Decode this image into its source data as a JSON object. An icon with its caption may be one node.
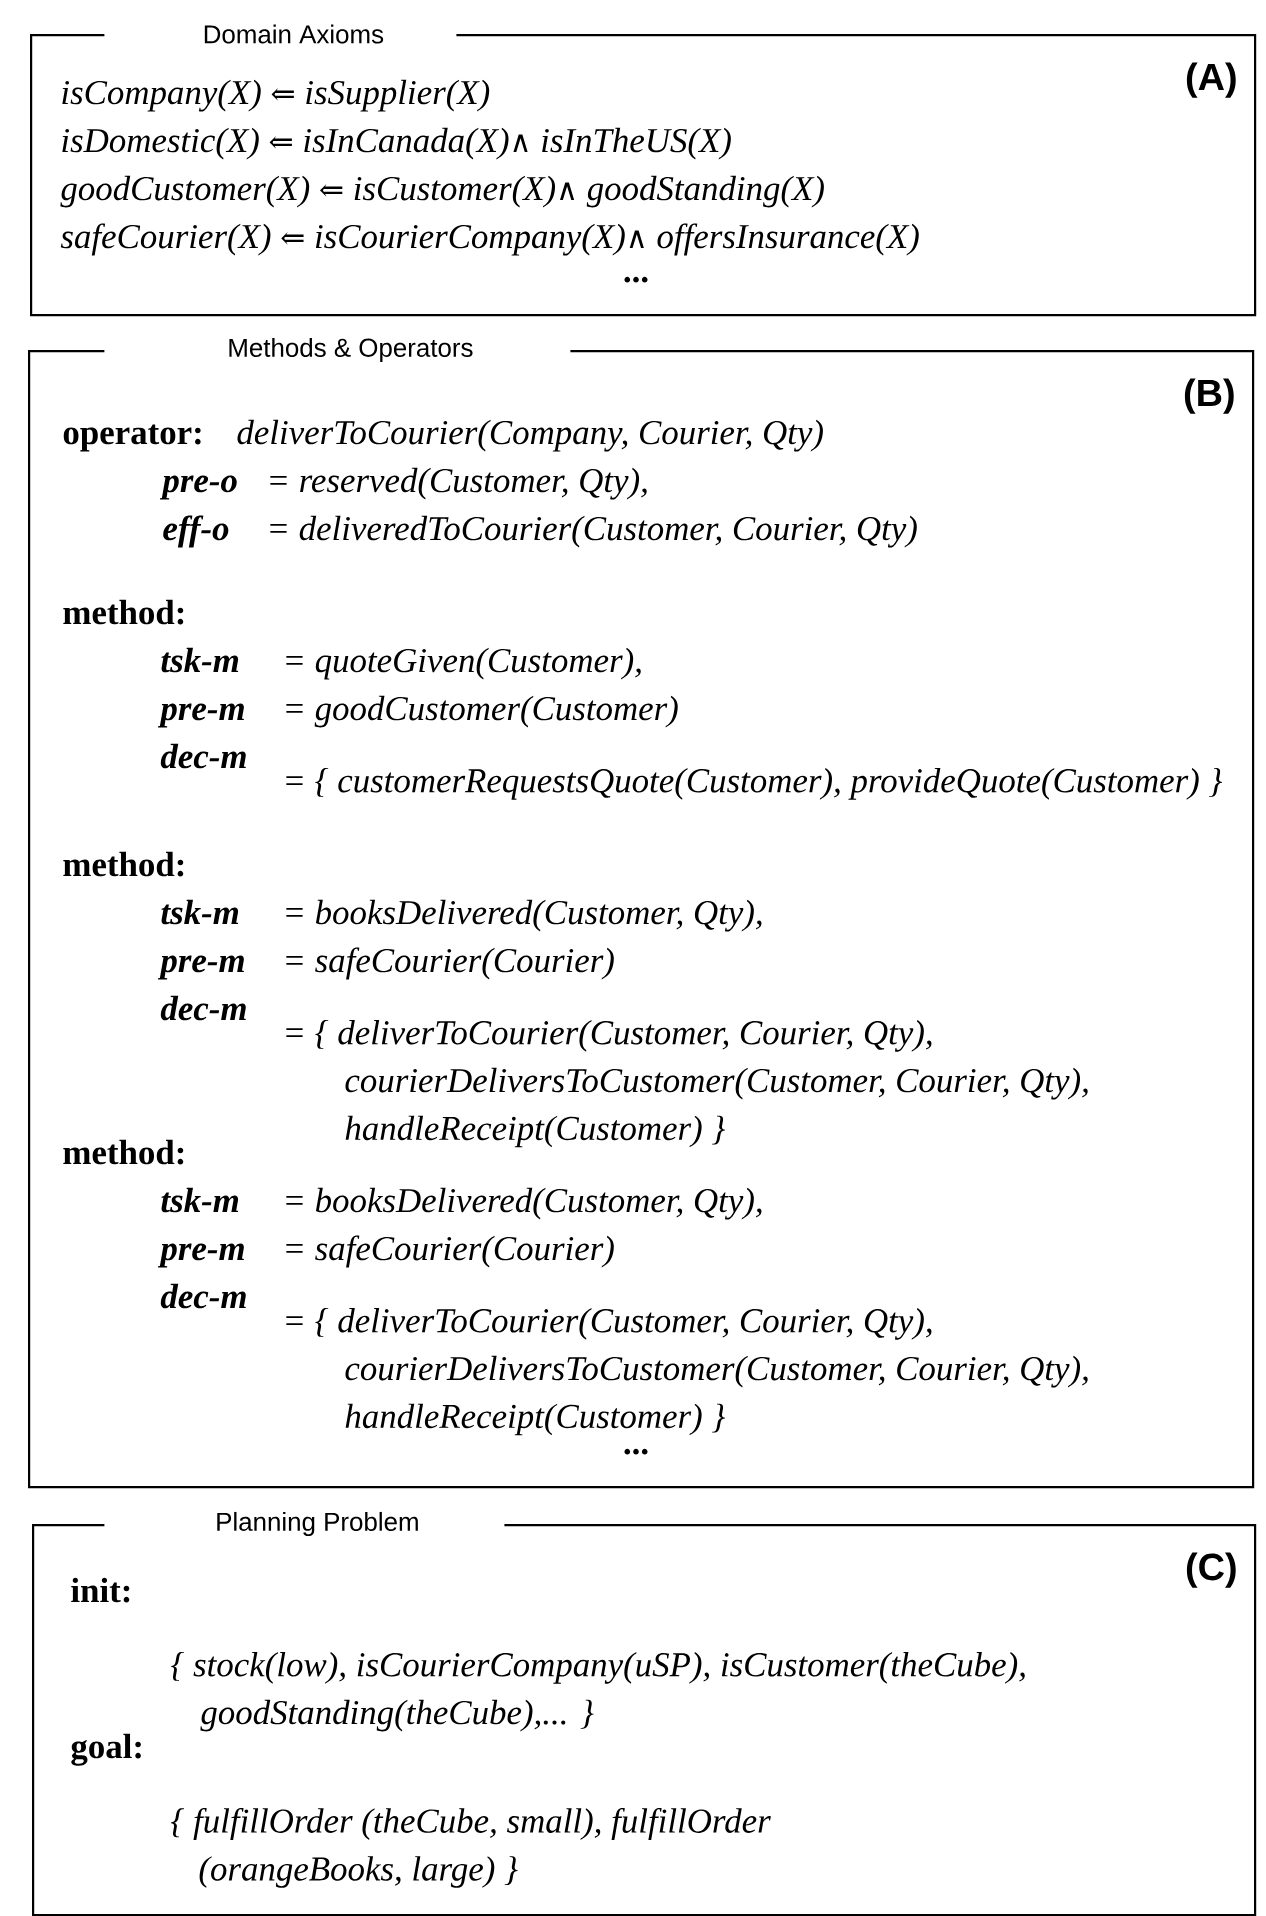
{
  "diagram": {
    "nodes": [
      {
        "text": [
          "Domain Axioms",
          "(A)",
          "isCompany(X) ⇐ isSupplier(X)",
          "isDomestic(X) ⇐ isInCanada(X)∧ isInTheUS(X)",
          "goodCustomer(X) ⇐ isCustomer(X)∧ goodStanding(X)",
          "safeCourier(X) ⇐ isCourierCompany(X)∧ offersInsurance(X)",
          "..."
        ]
      },
      {
        "text": [
          "Methods & Operators",
          "(B)",
          "operator:",
          "deliverToCourier(Company, Courier, Qty)",
          "pre-o",
          "= reserved(Customer, Qty),",
          "eff-o",
          "= deliveredToCourier(Customer, Courier, Qty)",
          "method:",
          "tsk-m",
          "= quoteGiven(Customer),",
          "pre-m",
          "= goodCustomer(Customer)",
          "dec-m",
          "= { customerRequestsQuote(Customer), provideQuote(Customer) }",
          "method:",
          "tsk-m",
          "= booksDelivered(Customer, Qty),",
          "pre-m",
          "= safeCourier(Courier)",
          "dec-m",
          "= { deliverToCourier(Customer, Courier, Qty), courierDeliversToCustomer(Customer, Courier, Qty), handleReceipt(Customer) }",
          "method:",
          "tsk-m",
          "= booksDelivered(Customer, Qty),",
          "pre-m",
          "= safeCourier(Courier)",
          "dec-m",
          "= { deliverToCourier(Customer, Courier, Qty), courierDeliversToCustomer(Customer, Courier, Qty), handleReceipt(Customer) }",
          "..."
        ]
      },
      {
        "text": [
          "Planning Problem",
          "(C)",
          "init:",
          "{ stock(low), isCourierCompany(uSP), isCustomer(theCube), goodStanding(theCube),... }",
          "goal:",
          "{ fulfillOrder (theCube, small), fulfillOrder (orangeBooks, large) }"
        ]
      }
    ]
  }
}
